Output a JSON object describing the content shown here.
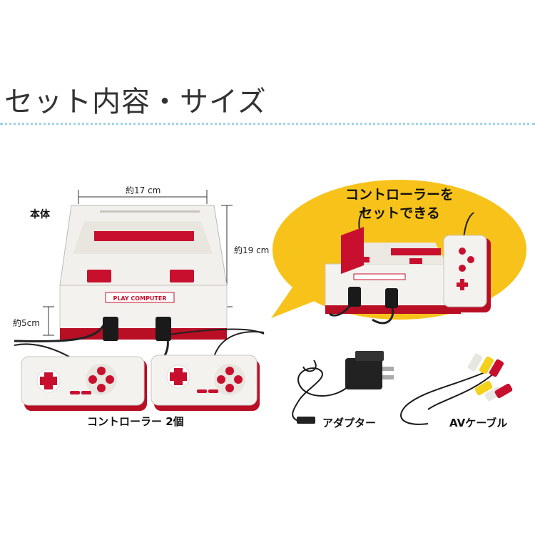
{
  "header": {
    "title": "セット内容・サイズ"
  },
  "dimensions": {
    "width": "約17 cm",
    "depth": "約19 cm",
    "height": "約5cm"
  },
  "labels": {
    "console": "本体",
    "controllers": "コントローラー 2個",
    "adapter": "アダプター",
    "av_cable": "AVケーブル"
  },
  "bubble": {
    "line1": "コントローラーを",
    "line2": "セットできる"
  },
  "brand": {
    "console_logo": "PLAY COMPUTER"
  },
  "colors": {
    "accent_red": "#c8102e",
    "bubble_yellow": "#f7c21a",
    "body_white": "#f4f2ee",
    "dotted_line": "#9fd3e6"
  }
}
